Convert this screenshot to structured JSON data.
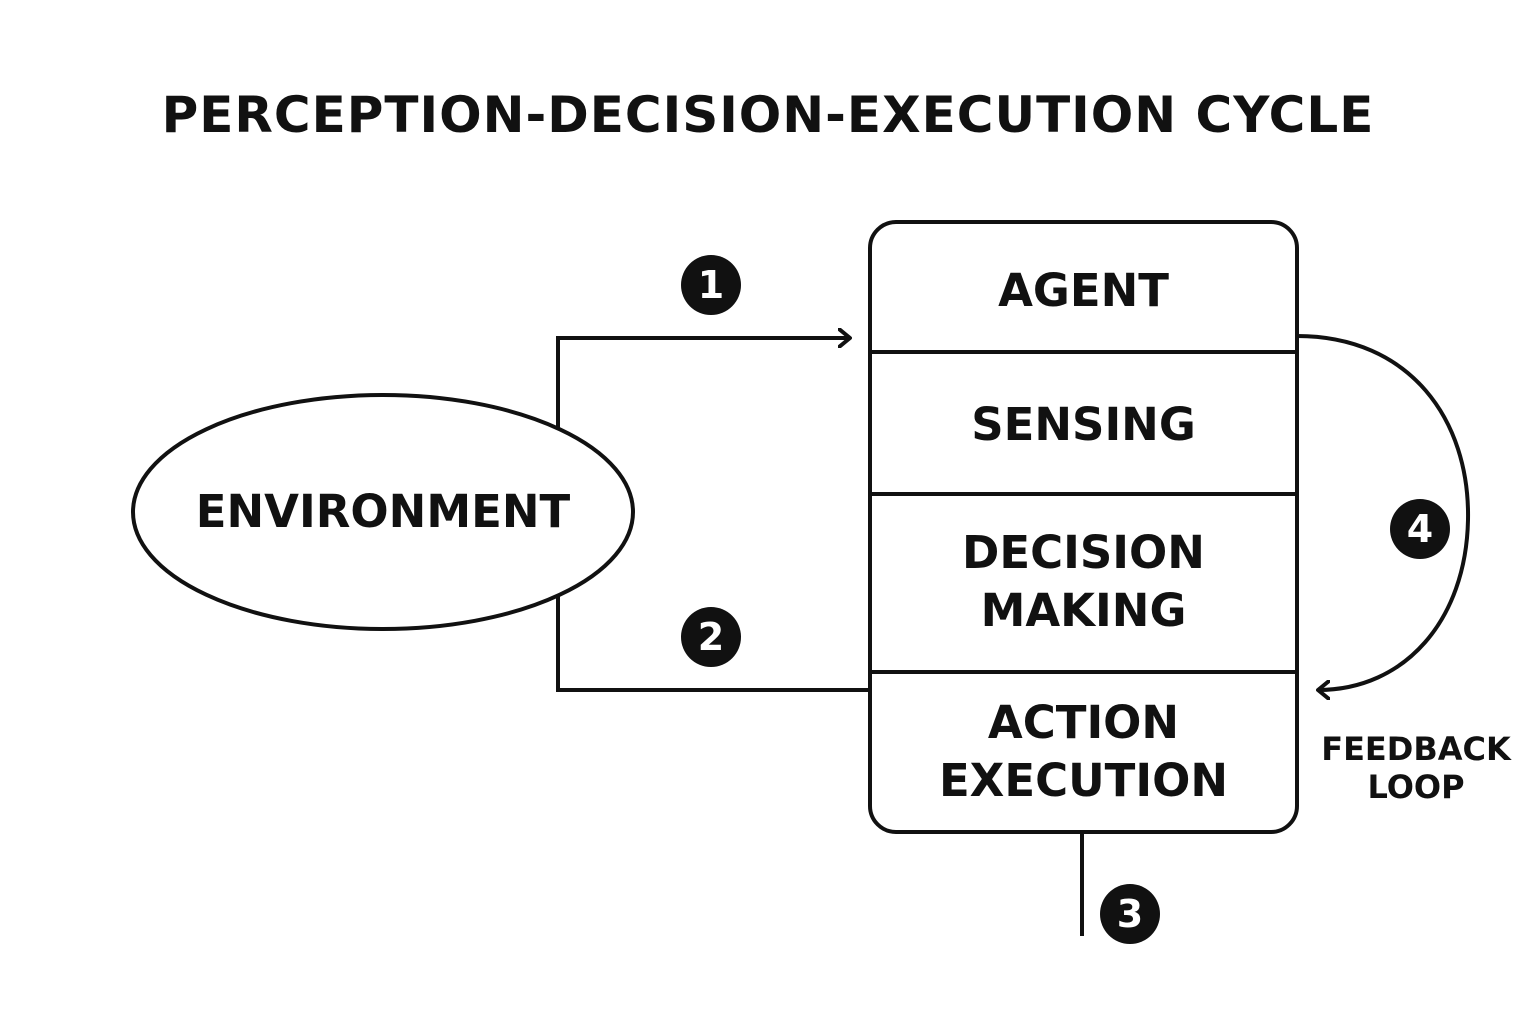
{
  "title": "PERCEPTION-DECISION-EXECUTION CYCLE",
  "environment": {
    "label": "ENVIRONMENT"
  },
  "agent": {
    "sections": [
      {
        "label_lines": [
          "AGENT"
        ]
      },
      {
        "label_lines": [
          "SENSING"
        ]
      },
      {
        "label_lines": [
          "DECISION",
          "MAKING"
        ]
      },
      {
        "label_lines": [
          "ACTION",
          "EXECUTION"
        ]
      }
    ]
  },
  "steps": [
    "1",
    "2",
    "3",
    "4"
  ],
  "feedback": {
    "label_lines": [
      "FEEDBACK",
      "LOOP"
    ]
  },
  "colors": {
    "stroke": "#111111",
    "badge": "#111111",
    "badge_text": "#ffffff",
    "background": "#ffffff"
  }
}
